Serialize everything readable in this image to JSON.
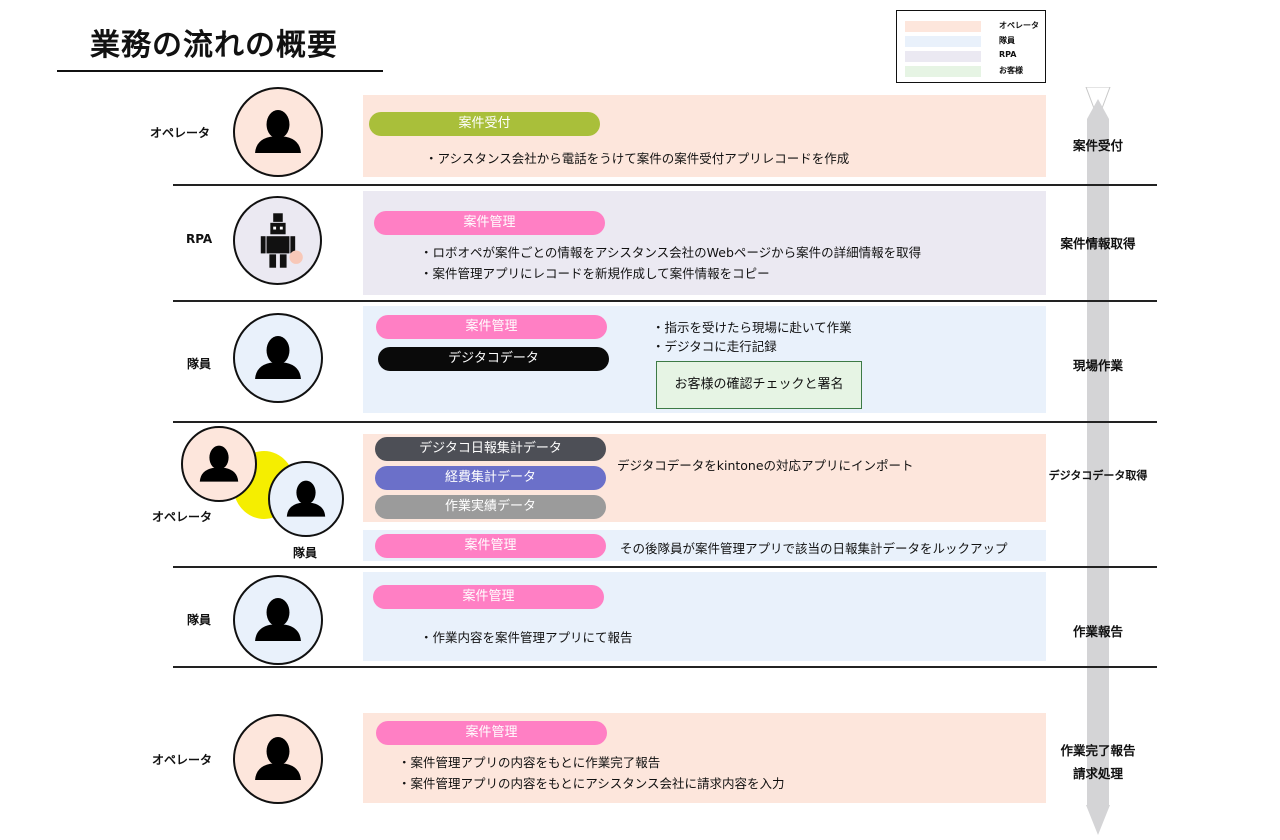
{
  "title": "業務の流れの概要",
  "legend": [
    {
      "label": "オペレータ",
      "color": "#fde6dc"
    },
    {
      "label": "隊員",
      "color": "#e9f1fb"
    },
    {
      "label": "RPA",
      "color": "#ebe9f2"
    },
    {
      "label": "お客様",
      "color": "#e6f4e4"
    }
  ],
  "rows": {
    "r1": {
      "role": "オペレータ",
      "pill": "案件受付",
      "lines": [
        "・アシスタンス会社から電話をうけて案件の案件受付アプリレコードを作成"
      ],
      "step": "案件受付"
    },
    "r2": {
      "role": "RPA",
      "pill": "案件管理",
      "lines": [
        "・ロボオペが案件ごとの情報をアシスタンス会社のWebページから案件の詳細情報を取得",
        "・案件管理アプリにレコードを新規作成して案件情報をコピー"
      ],
      "step": "案件情報取得"
    },
    "r3": {
      "role": "隊員",
      "pill1": "案件管理",
      "pill2": "デジタコデータ",
      "lines": [
        "・指示を受けたら現場に赴いて作業",
        "・デジタコに走行記録"
      ],
      "customer_box": "お客様の確認チェックと署名",
      "step": "現場作業"
    },
    "r4": {
      "role1": "オペレータ",
      "role2": "隊員",
      "pill1": "デジタコ日報集計データ",
      "pill2": "経費集計データ",
      "pill3": "作業実績データ",
      "text1": "デジタコデータをkintoneの対応アプリにインポート",
      "pill4": "案件管理",
      "text2": "その後隊員が案件管理アプリで該当の日報集計データをルックアップ",
      "step": "デジタコデータ取得"
    },
    "r5": {
      "role": "隊員",
      "pill": "案件管理",
      "lines": [
        "・作業内容を案件管理アプリにて報告"
      ],
      "step": "作業報告"
    },
    "r6": {
      "role": "オペレータ",
      "pill": "案件管理",
      "lines": [
        "・案件管理アプリの内容をもとに作業完了報告",
        "・案件管理アプリの内容をもとにアシスタンス会社に請求内容を入力"
      ],
      "step1": "作業完了報告",
      "step2": "請求処理"
    }
  },
  "icons": {
    "person": "person-silhouette-icon",
    "robot": "robot-icon",
    "arrow": "down-arrow-icon"
  },
  "colors": {
    "operator_bg": "#fde6dc",
    "member_bg": "#e9f1fb",
    "rpa_bg": "#ebe9f2",
    "customer_bg": "#e6f4e4",
    "pill_green": "#a9bf3a",
    "pill_pink": "#ff7fc4",
    "pill_black": "#0a0a0a",
    "pill_darkgray": "#4d4f56",
    "pill_blue": "#6b70c9",
    "pill_gray": "#9b9b9b",
    "highlight_yellow": "#f5ee00"
  }
}
